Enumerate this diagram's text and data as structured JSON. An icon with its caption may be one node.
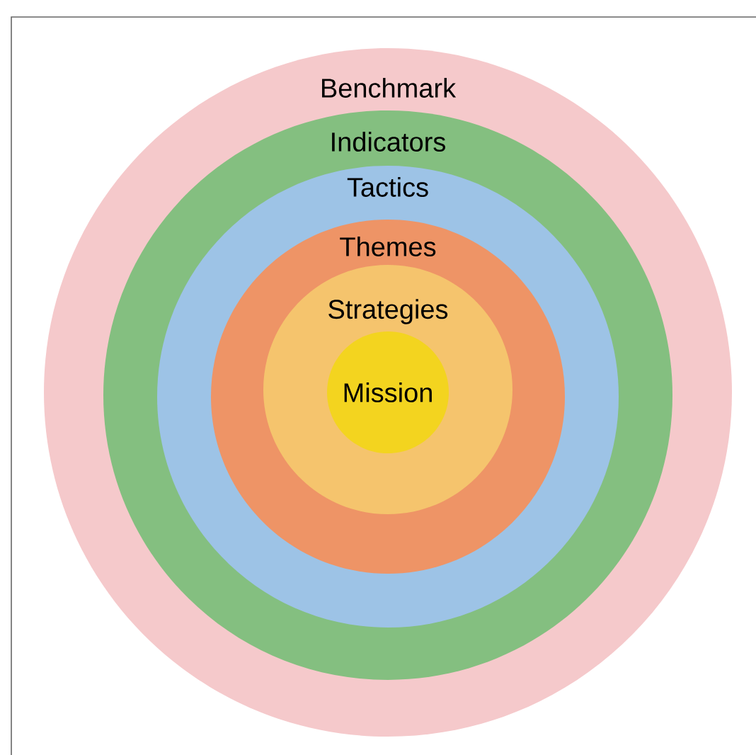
{
  "diagram": {
    "nodes": [
      {
        "text": [
          "Benchmark"
        ]
      },
      {
        "text": [
          "Indicators"
        ],
        "in": 0
      },
      {
        "text": [
          "Tactics"
        ],
        "in": 1
      },
      {
        "text": [
          "Themes"
        ],
        "in": 2
      },
      {
        "text": [
          "Strategies"
        ],
        "in": 3
      },
      {
        "text": [
          "Mission"
        ],
        "in": 4
      }
    ]
  }
}
